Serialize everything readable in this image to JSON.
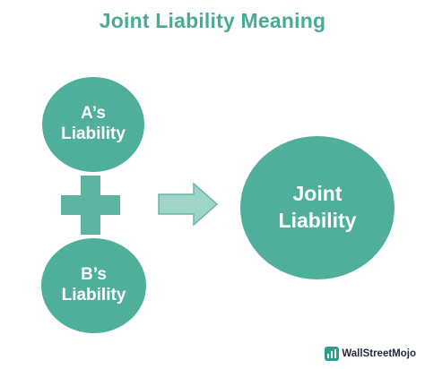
{
  "title": "Joint Liability Meaning",
  "nodes": {
    "a": {
      "line1": "A’s",
      "line2": "Liability"
    },
    "b": {
      "line1": "B’s",
      "line2": "Liability"
    },
    "joint": {
      "line1": "Joint",
      "line2": "Liability"
    }
  },
  "brand": {
    "name": "WallStreetMojo",
    "logo_icon": "wallstreetmojo-logo-icon"
  },
  "colors": {
    "title": "#4aa999",
    "circle": "#4fae9c",
    "plus": "#5bb3a2",
    "arrow_fill": "#9fd4c9",
    "arrow_stroke": "#66b5a6"
  }
}
